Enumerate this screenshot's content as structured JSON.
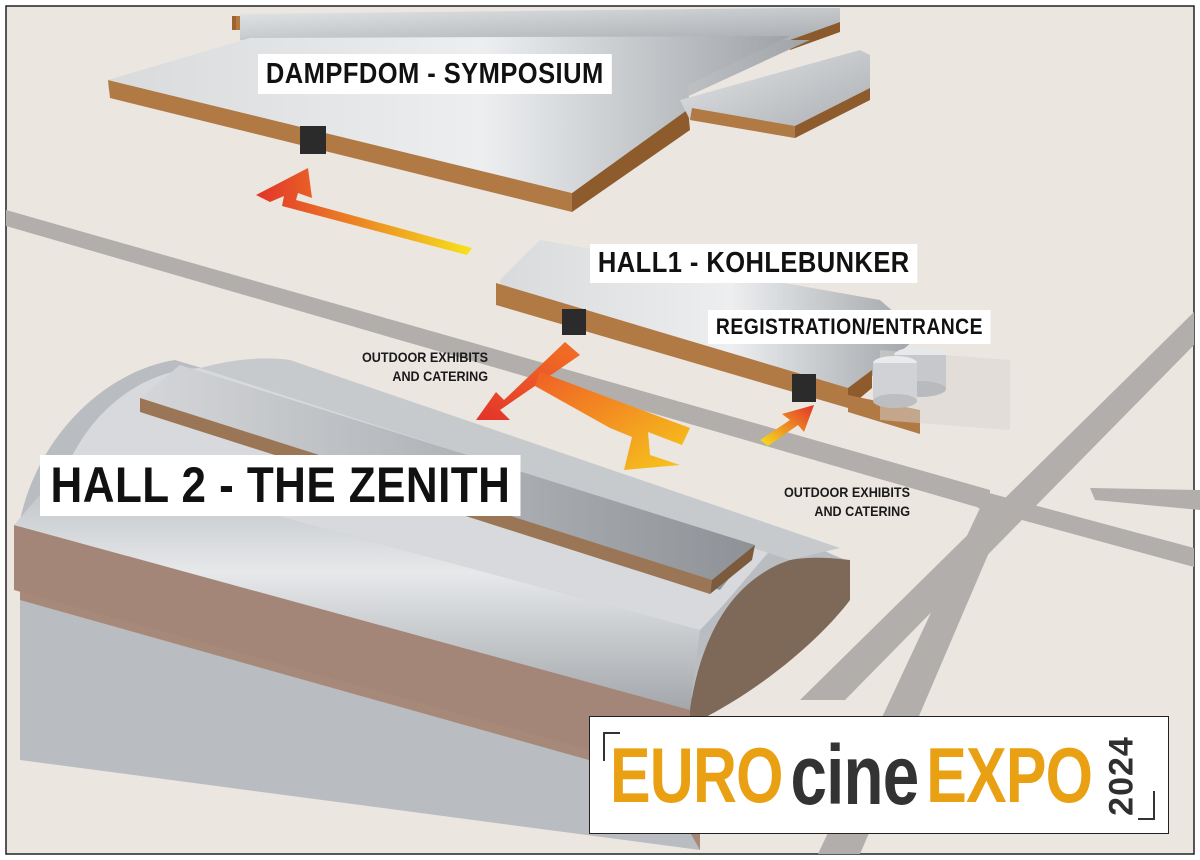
{
  "buildings": {
    "dampfdom_label": "DAMPFDOM - SYMPOSIUM",
    "hall1_label": "HALL1 - KOHLEBUNKER",
    "registration_label": "REGISTRATION/ENTRANCE",
    "hall2_label": "HALL 2 - THE ZENITH"
  },
  "annotations": {
    "outdoor_top_line1": "OUTDOOR EXHIBITS",
    "outdoor_top_line2": "AND CATERING",
    "outdoor_bottom_line1": "OUTDOOR EXHIBITS",
    "outdoor_bottom_line2": "AND CATERING"
  },
  "logo": {
    "part1": "EURO",
    "part2": "cine",
    "part3": "EXPO",
    "year": "2024",
    "color_primary": "#e9a012",
    "color_secondary": "#333333"
  },
  "colors": {
    "ground": "#ece6e1",
    "road": "#b1aeac",
    "roof": "#c9cbcd",
    "wall": "#b17a45",
    "arrow_start": "#f6e21c",
    "arrow_end": "#e3332a"
  }
}
